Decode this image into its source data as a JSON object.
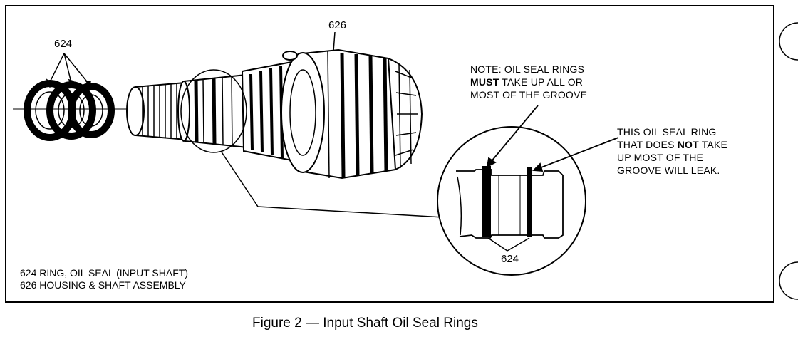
{
  "labels": {
    "part_624_rings": "624",
    "part_626_housing": "626",
    "part_624_detail": "624"
  },
  "notes": {
    "must_note": {
      "line1": "NOTE: OIL SEAL RINGS",
      "line2_bold": "MUST",
      "line2_rest": " TAKE UP ALL OR",
      "line3": "MOST OF THE GROOVE"
    },
    "leak_note": {
      "line1": "THIS OIL SEAL RING",
      "line2_pre": "THAT DOES ",
      "line2_bold": "NOT",
      "line2_post": " TAKE",
      "line3": "UP MOST OF THE",
      "line4": "GROOVE WILL LEAK."
    }
  },
  "legend": [
    "624  RING, OIL SEAL (INPUT SHAFT)",
    "626  HOUSING & SHAFT ASSEMBLY"
  ],
  "caption": "Figure 2 — Input Shaft Oil Seal Rings"
}
